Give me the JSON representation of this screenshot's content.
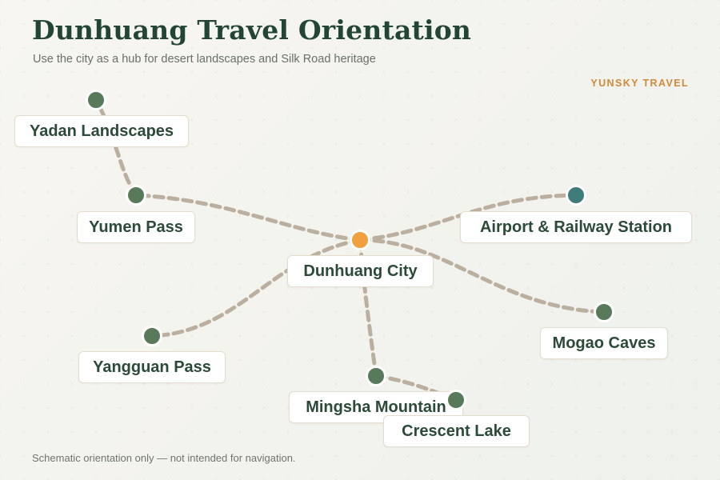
{
  "header": {
    "title": "Dunhuang Travel Orientation",
    "subtitle": "Use the city as a hub for desert landscapes and Silk Road heritage",
    "brand": "YUNSKY TRAVEL"
  },
  "places": {
    "yadan": "Yadan Landscapes",
    "yumen": "Yumen Pass",
    "city": "Dunhuang City",
    "airport": "Airport & Railway Station",
    "mogao": "Mogao Caves",
    "yangguan": "Yangguan Pass",
    "mingsha": "Mingsha Mountain",
    "crescent": "Crescent Lake"
  },
  "colors": {
    "hub": "#f0a03e",
    "destination": "#587a5b",
    "transport": "#3f7d7a",
    "route": "#bbb0a0"
  },
  "footer": {
    "note": "Schematic orientation only — not intended for navigation."
  }
}
